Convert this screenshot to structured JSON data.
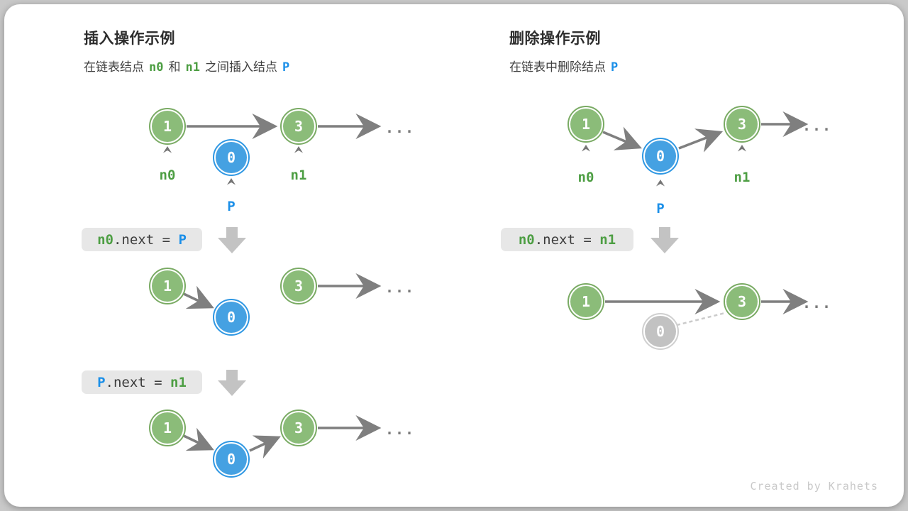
{
  "colors": {
    "green_fill": "#8bbc79",
    "green_border": "#7aab64",
    "green_text": "#4d9e43",
    "blue_fill": "#45a1e2",
    "blue_border": "#2e97e3",
    "blue_text": "#1b8fe8",
    "gray_fill": "#c2c2c2",
    "gray_border": "#cfcfcf",
    "arrow": "#7f7f7f",
    "code_bg": "#e7e7e7",
    "block_arrow": "#c3c3c3",
    "dashed": "#cbcbcb"
  },
  "insert": {
    "title": "插入操作示例",
    "subtitle": {
      "seg1": "在链表结点",
      "n0": "n0",
      "seg2": "和",
      "n1": "n1",
      "seg3": "之间插入结点",
      "p": "P"
    },
    "code_step1": {
      "lhs": "n0",
      "mid": ".next = ",
      "rhs": "P"
    },
    "code_step2": {
      "lhs": "P",
      "mid": ".next = ",
      "rhs": "n1"
    }
  },
  "delete": {
    "title": "删除操作示例",
    "subtitle": {
      "seg1": "在链表中删除结点",
      "p": "P"
    },
    "code_step1": {
      "lhs": "n0",
      "mid": ".next = ",
      "rhs": "n1"
    }
  },
  "labels": {
    "n0": "n0",
    "n1": "n1",
    "p": "P"
  },
  "node_values": {
    "v1": "1",
    "v3": "3",
    "v0": "0"
  },
  "ellipsis": "...",
  "credit": "Created by Krahets"
}
